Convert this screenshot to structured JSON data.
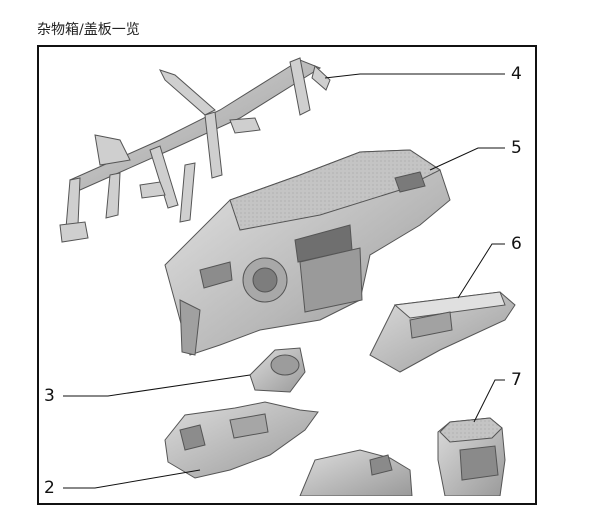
{
  "header": {
    "title": "杂物箱/盖板一览"
  },
  "callouts": [
    {
      "number": "4"
    },
    {
      "number": "5"
    },
    {
      "number": "6"
    },
    {
      "number": "3"
    },
    {
      "number": "7"
    },
    {
      "number": "2"
    }
  ],
  "colors": {
    "line": "#111111",
    "part_fill": "#bdbdbd",
    "part_dark": "#8a8a8a",
    "part_light": "#e2e2e2"
  }
}
